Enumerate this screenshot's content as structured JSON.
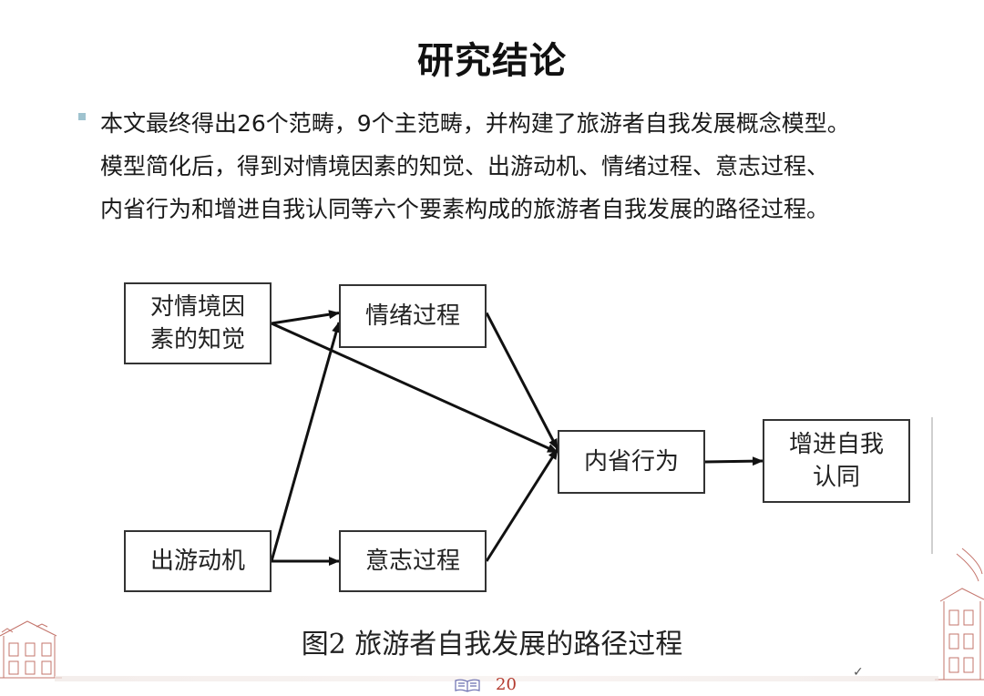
{
  "slide": {
    "title": "研究结论",
    "paragraph_lines": [
      "本文最终得出26个范畴，9个主范畴，并构建了旅游者自我发展概念模型。",
      "模型简化后，得到对情境因素的知觉、出游动机、情绪过程、意志过程、",
      "内省行为和增进自我认同等六个要素构成的旅游者自我发展的路径过程。"
    ],
    "page_number": "20",
    "corner_mark": "✓"
  },
  "diagram": {
    "nodes": {
      "perception": {
        "lines": [
          "对情境因",
          "素的知觉"
        ]
      },
      "motivation": {
        "lines": [
          "出游动机"
        ]
      },
      "emotion": {
        "lines": [
          "情绪过程"
        ]
      },
      "volition": {
        "lines": [
          "意志过程"
        ]
      },
      "introspection": {
        "lines": [
          "内省行为"
        ]
      },
      "identity": {
        "lines": [
          "增进自我",
          "认同"
        ]
      }
    },
    "edges": [
      {
        "from": "perception",
        "to": "emotion"
      },
      {
        "from": "perception",
        "to": "introspection"
      },
      {
        "from": "motivation",
        "to": "emotion"
      },
      {
        "from": "motivation",
        "to": "volition"
      },
      {
        "from": "emotion",
        "to": "introspection"
      },
      {
        "from": "volition",
        "to": "introspection"
      },
      {
        "from": "introspection",
        "to": "identity"
      }
    ],
    "caption": "图2  旅游者自我发展的路径过程"
  },
  "colors": {
    "bullet": "#9fc3cf",
    "page_number": "#b33a2e",
    "node_border": "#333333",
    "decoration": "#b0463a"
  },
  "icons": {
    "footer": "book-icon",
    "left_decoration": "building-sketch-icon",
    "right_decoration": "building-sketch-icon"
  }
}
